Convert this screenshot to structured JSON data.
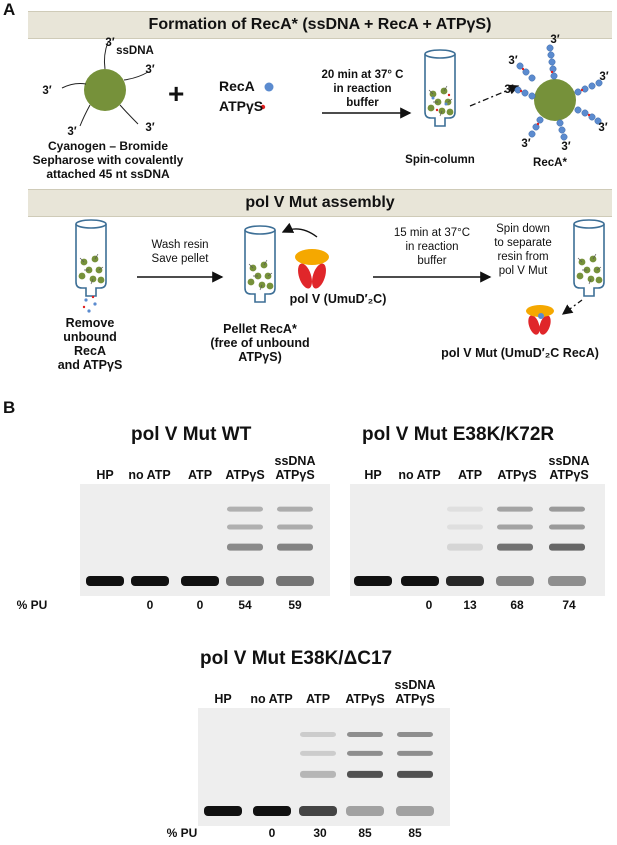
{
  "panel_a": {
    "letter": "A",
    "header1": "Formation of RecA* (ssDNA + RecA + ATPγS)",
    "header2": "pol V Mut assembly",
    "ssdna_label": "ssDNA",
    "end_label": "3′",
    "resin_caption": [
      "Cyanogen – Bromide",
      "Sepharose with covalently",
      "attached 45 nt ssDNA"
    ],
    "plus": "+",
    "reca_label": "RecA",
    "atp_label": "ATPγS",
    "reaction1": [
      "20 min at 37° C",
      "in reaction",
      "buffer"
    ],
    "spin_column": "Spin-column",
    "reca_star": "RecA*",
    "remove_caption": [
      "Remove",
      "unbound",
      "RecA",
      "and ATPγS"
    ],
    "wash_caption": [
      "Wash resin",
      "Save pellet"
    ],
    "pellet_caption": [
      "Pellet RecA*",
      "(free of unbound",
      "ATPγS)"
    ],
    "polv_label": "pol V (UmuD′₂C)",
    "reaction2": [
      "15 min at 37°C",
      "in reaction",
      "buffer"
    ],
    "spin_caption": [
      "Spin down",
      "to separate",
      "resin from",
      "pol V Mut"
    ],
    "polvmut_label": "pol V Mut (UmuD′₂C RecA)"
  },
  "panel_b": {
    "letter": "B",
    "pu_label": "% PU",
    "gels": [
      {
        "title": "pol V Mut  WT",
        "lanes": [
          "HP",
          "no ATP",
          "ATP",
          "ATPγS",
          "ssDNA ATPγS"
        ],
        "pu": [
          "",
          "0",
          "0",
          "54",
          "59"
        ]
      },
      {
        "title": "pol V Mut  E38K/K72R",
        "lanes": [
          "HP",
          "no ATP",
          "ATP",
          "ATPγS",
          "ssDNA ATPγS"
        ],
        "pu": [
          "",
          "0",
          "13",
          "68",
          "74"
        ]
      },
      {
        "title": "pol V Mut  E38K/ΔC17",
        "lanes": [
          "HP",
          "no ATP",
          "ATP",
          "ATPγS",
          "ssDNA ATPγS"
        ],
        "pu": [
          "",
          "0",
          "30",
          "85",
          "85"
        ]
      }
    ]
  },
  "colors": {
    "resin": "#76913a",
    "reca": "#5b8bcf",
    "atp": "#e02020",
    "umuc": "#f5a800",
    "umud": "#e0262a",
    "band_bg": "#e8e5d8"
  }
}
